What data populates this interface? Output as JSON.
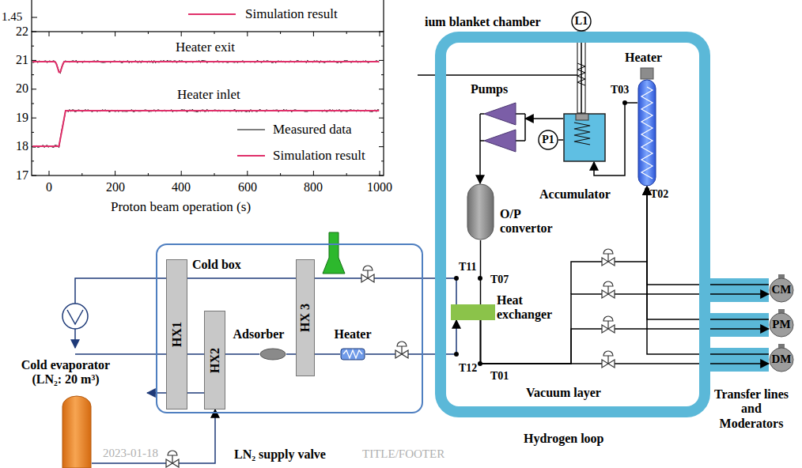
{
  "diagram": {
    "nodes": [
      {
        "text": [
          "Cold box"
        ]
      },
      {
        "text": [
          "HX1"
        ],
        "in": 0
      },
      {
        "text": [
          "HX2"
        ],
        "in": 0
      },
      {
        "text": [
          "Adsorber"
        ],
        "in": 0
      },
      {
        "text": [
          "HX 3"
        ],
        "in": 0
      },
      {
        "text": [
          "Heater"
        ],
        "in": 0
      },
      {
        "text": [
          "ium blanket chamber",
          "Vacuum layer",
          "Hydrogen loop"
        ]
      },
      {
        "text": [
          "Pumps"
        ],
        "in": 6
      },
      {
        "text": [
          "Accumulator"
        ],
        "in": 6
      },
      {
        "text": [
          "P1"
        ],
        "in": 6
      },
      {
        "text": [
          "Heater"
        ],
        "in": 6
      },
      {
        "text": [
          "O/P convertor"
        ],
        "in": 6
      },
      {
        "text": [
          "Heat exchanger"
        ],
        "in": 6
      },
      {
        "text": [
          "Cold evaporator (LN₂: 20 m³)"
        ]
      },
      {
        "text": [
          "CM"
        ]
      },
      {
        "text": [
          "PM"
        ]
      },
      {
        "text": [
          "DM"
        ]
      },
      {
        "text": [
          "L1"
        ]
      }
    ],
    "edges": [
      {
        "from": 13,
        "to": 2,
        "arrow": "to"
      },
      {
        "from": 3,
        "to": 5,
        "arrow": "none"
      },
      {
        "from": 5,
        "to": 12,
        "arrow": "to"
      },
      {
        "from": 12,
        "to": 4,
        "arrow": "none"
      },
      {
        "from": 8,
        "to": 7,
        "arrow": "to"
      },
      {
        "from": 7,
        "to": 11,
        "arrow": "to"
      },
      {
        "from": 11,
        "to": 12,
        "arrow": "none"
      },
      {
        "from": 12,
        "to": 14,
        "arrow": "to"
      },
      {
        "from": 12,
        "to": 15,
        "arrow": "to"
      },
      {
        "from": 12,
        "to": 16,
        "arrow": "to"
      },
      {
        "from": 14,
        "to": 10,
        "arrow": "to"
      },
      {
        "from": 15,
        "to": 10,
        "arrow": "to"
      },
      {
        "from": 16,
        "to": 10,
        "arrow": "to"
      },
      {
        "from": 10,
        "to": 8,
        "arrow": "to"
      },
      {
        "from": 9,
        "to": 8,
        "arrow": "none"
      },
      {
        "from": 17,
        "to": 8,
        "arrow": "none"
      }
    ],
    "labels": [
      "1.45",
      "22",
      "21",
      "20",
      "19",
      "18",
      "17",
      "Heater exit",
      "Heater inlet",
      "0",
      "200",
      "400",
      "600",
      "800",
      "1000",
      "Proton beam operation (s)",
      "T03",
      "T02",
      "T11",
      "T07",
      "T12",
      "T01",
      "Transfer lines and Moderators",
      "LN₂ supply valve",
      "2023-01-18",
      "TITLE/FOOTER"
    ],
    "legend": [
      {
        "text": "Simulation result"
      },
      {
        "text": "Measured data"
      },
      {
        "text": "Simulation result"
      }
    ]
  }
}
